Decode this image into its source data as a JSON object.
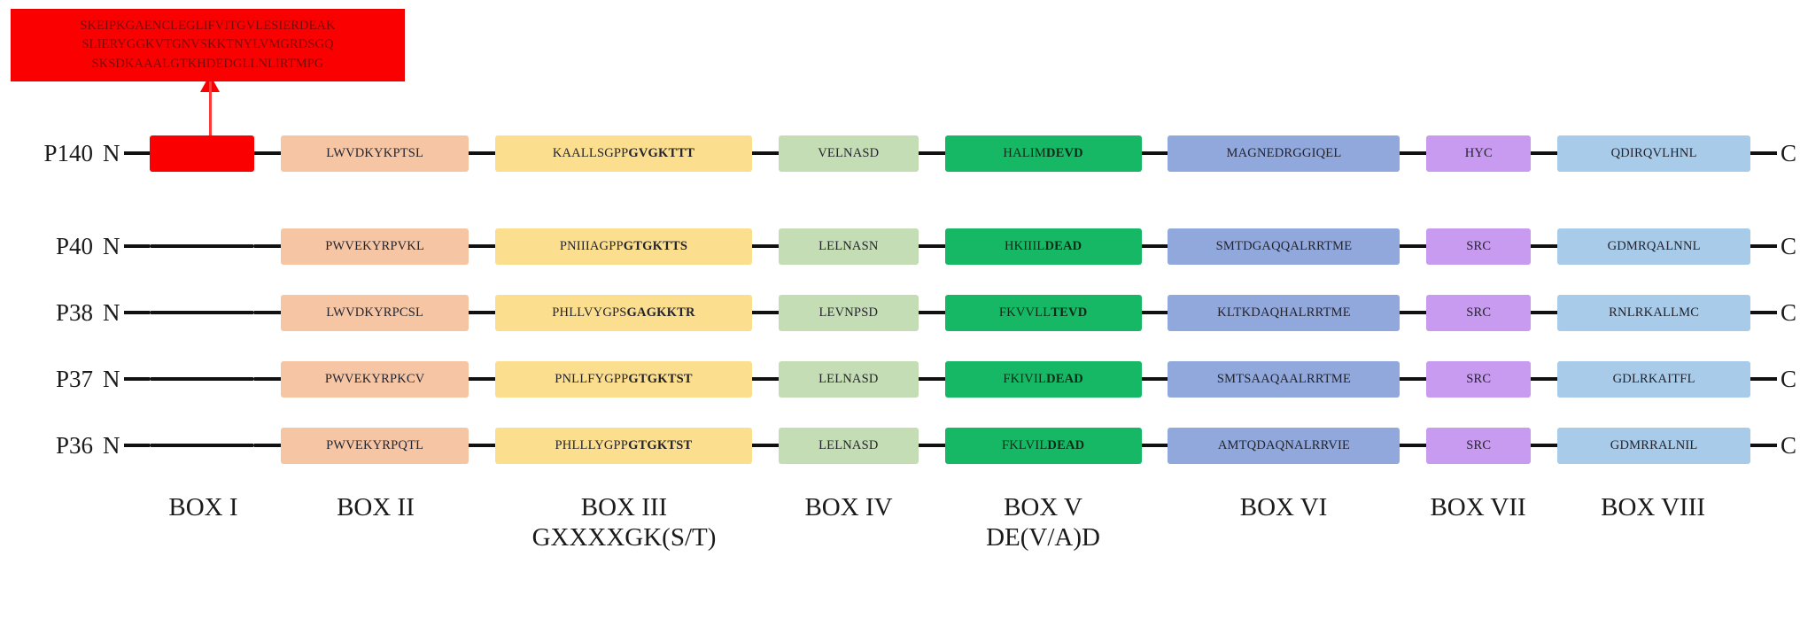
{
  "figure": {
    "type": "protein-domain-architecture",
    "colors": {
      "box1_p140": "#fb0000",
      "box2": "#f6c6a4",
      "box3": "#fbdf8f",
      "box4": "#c5ddb4",
      "box5": "#16b866",
      "box6": "#90a8dc",
      "box7": "#c89bf0",
      "box8": "#a7cbe8",
      "connector": "#111111",
      "callout_bg": "#fb0000",
      "callout_text": "#7a0a0a"
    }
  },
  "callout": {
    "name": "box1-sequence-callout",
    "lines": [
      "SKEIPKGAENCLEGLIFVITGVLESIERDEAK",
      "SLIERYGGKVTGNVSKKTNYLVMGRDSGQ",
      "SKSDKAAALGTKHDEDGLLNLIRTMPG"
    ]
  },
  "terminals": {
    "n": "N",
    "c": "C"
  },
  "axis_labels": [
    {
      "main": "BOX I",
      "sub": ""
    },
    {
      "main": "BOX II",
      "sub": ""
    },
    {
      "main": "BOX III",
      "sub": "GXXXXGK(S/T)"
    },
    {
      "main": "BOX IV",
      "sub": ""
    },
    {
      "main": "BOX V",
      "sub": "DE(V/A)D"
    },
    {
      "main": "BOX VI",
      "sub": ""
    },
    {
      "main": "BOX VII",
      "sub": ""
    },
    {
      "main": "BOX VIII",
      "sub": ""
    }
  ],
  "rows": [
    {
      "label": "P140",
      "domains": [
        {
          "box": "I",
          "text": "",
          "bold": ""
        },
        {
          "box": "II",
          "text": "LWVDKYKPTSL",
          "bold": ""
        },
        {
          "box": "III",
          "text": "KAALLSGPP",
          "bold": "GVGKTTT"
        },
        {
          "box": "IV",
          "text": "VELNASD",
          "bold": ""
        },
        {
          "box": "V",
          "text": "HALIM",
          "bold": "DEVD"
        },
        {
          "box": "VI",
          "text": "MAGNEDRGGIQEL",
          "bold": ""
        },
        {
          "box": "VII",
          "text": "HYC",
          "bold": ""
        },
        {
          "box": "VIII",
          "text": "QDIRQVLHNL",
          "bold": ""
        }
      ]
    },
    {
      "label": "P40",
      "domains": [
        {
          "box": "I",
          "text": "",
          "bold": ""
        },
        {
          "box": "II",
          "text": "PWVEKYRPVKL",
          "bold": ""
        },
        {
          "box": "III",
          "text": "PNIIIAGPP",
          "bold": "GTGKTTS"
        },
        {
          "box": "IV",
          "text": "LELNASN",
          "bold": ""
        },
        {
          "box": "V",
          "text": "HKIIIL",
          "bold": "DEAD"
        },
        {
          "box": "VI",
          "text": "SMTDGAQQALRRTME",
          "bold": ""
        },
        {
          "box": "VII",
          "text": "SRC",
          "bold": ""
        },
        {
          "box": "VIII",
          "text": "GDMRQALNNL",
          "bold": ""
        }
      ]
    },
    {
      "label": "P38",
      "domains": [
        {
          "box": "I",
          "text": "",
          "bold": ""
        },
        {
          "box": "II",
          "text": "LWVDKYRPCSL",
          "bold": ""
        },
        {
          "box": "III",
          "text": "PHLLVYGPS",
          "bold": "GAGKKTR"
        },
        {
          "box": "IV",
          "text": "LEVNPSD",
          "bold": ""
        },
        {
          "box": "V",
          "text": "FKVVLL",
          "bold": "TEVD"
        },
        {
          "box": "VI",
          "text": "KLTKDAQHALRRTME",
          "bold": ""
        },
        {
          "box": "VII",
          "text": "SRC",
          "bold": ""
        },
        {
          "box": "VIII",
          "text": "RNLRKALLMC",
          "bold": ""
        }
      ]
    },
    {
      "label": "P37",
      "domains": [
        {
          "box": "I",
          "text": "",
          "bold": ""
        },
        {
          "box": "II",
          "text": "PWVEKYRPKCV",
          "bold": ""
        },
        {
          "box": "III",
          "text": "PNLLFYGPP",
          "bold": "GTGKTST"
        },
        {
          "box": "IV",
          "text": "LELNASD",
          "bold": ""
        },
        {
          "box": "V",
          "text": "FKIVIL",
          "bold": "DEAD"
        },
        {
          "box": "VI",
          "text": "SMTSAAQAALRRTME",
          "bold": ""
        },
        {
          "box": "VII",
          "text": "SRC",
          "bold": ""
        },
        {
          "box": "VIII",
          "text": "GDLRKAITFL",
          "bold": ""
        }
      ]
    },
    {
      "label": "P36",
      "domains": [
        {
          "box": "I",
          "text": "",
          "bold": ""
        },
        {
          "box": "II",
          "text": "PWVEKYRPQTL",
          "bold": ""
        },
        {
          "box": "III",
          "text": "PHLLLYGPP",
          "bold": "GTGKTST"
        },
        {
          "box": "IV",
          "text": "LELNASD",
          "bold": ""
        },
        {
          "box": "V",
          "text": "FKLVIL",
          "bold": "DEAD"
        },
        {
          "box": "VI",
          "text": "AMTQDAQNALRRVIE",
          "bold": ""
        },
        {
          "box": "VII",
          "text": "SRC",
          "bold": ""
        },
        {
          "box": "VIII",
          "text": "GDMRRALNIL",
          "bold": ""
        }
      ]
    }
  ]
}
